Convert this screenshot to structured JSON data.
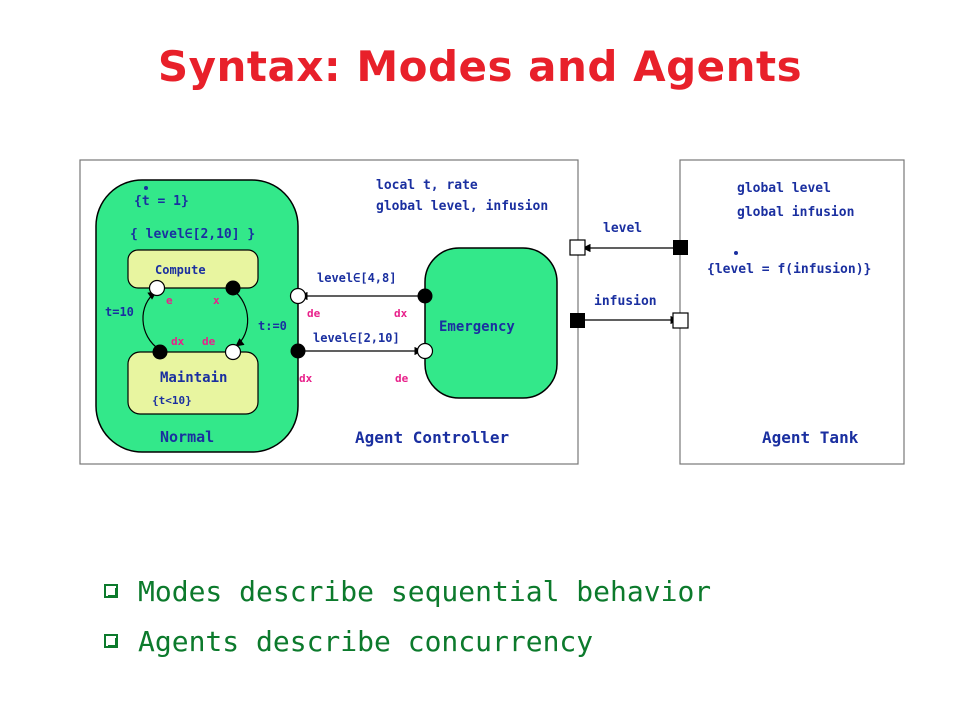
{
  "title": "Syntax: Modes and Agents",
  "controller": {
    "locals": "local t, rate",
    "globals": "global level, infusion",
    "label": "Agent Controller",
    "normal_label": "Normal",
    "t_rate": "{t = 1}",
    "invariant": "{ level∈[2,10] }",
    "compute": "Compute",
    "maintain": "Maintain",
    "maintain_inv": "{t<10}",
    "guard_left": "t=10",
    "reset": "t:=0",
    "e": "e",
    "x": "x",
    "dx_inner": "dx",
    "de_inner": "de",
    "guard_top": "level∈[4,8]",
    "guard_bottom": "level∈[2,10]",
    "de_top": "de",
    "dx_top": "dx",
    "dx_bottom": "dx",
    "de_bottom": "de",
    "emergency": "Emergency"
  },
  "tank": {
    "global1": "global level",
    "global2": "global infusion",
    "flow": "{level = f(infusion)}",
    "label": "Agent Tank"
  },
  "connections": {
    "level": "level",
    "infusion": "infusion"
  },
  "bullets": [
    "Modes describe sequential behavior",
    "Agents describe concurrency"
  ],
  "colors": {
    "title": "#e8202a",
    "mode_fill": "#33e88a",
    "text_blue": "#1a2fa0",
    "port_pink": "#e8208a",
    "bullet_green": "#0c7a2c"
  }
}
